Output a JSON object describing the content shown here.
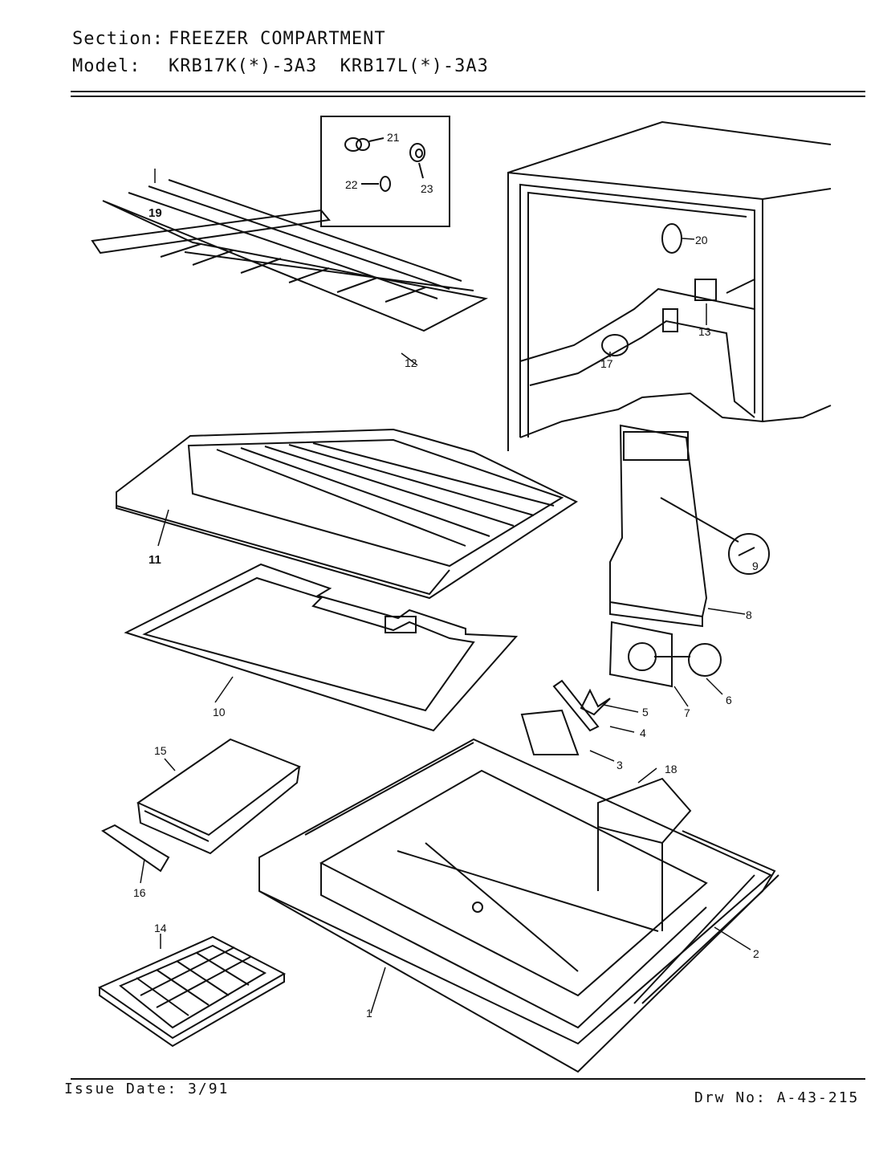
{
  "header": {
    "section_label": "Section:",
    "section_value": "FREEZER COMPARTMENT",
    "model_label": "Model:",
    "model_value": "KRB17K(*)-3A3  KRB17L(*)-3A3"
  },
  "footer": {
    "issue_date": "Issue Date: 3/91",
    "drawing_no": "Drw No: A-43-215"
  },
  "callouts": {
    "c1": "1",
    "c2": "2",
    "c3": "3",
    "c4": "4",
    "c5": "5",
    "c6": "6",
    "c7": "7",
    "c8": "8",
    "c9": "9",
    "c10": "10",
    "c11": "11",
    "c12": "12",
    "c13": "13",
    "c14": "14",
    "c15": "15",
    "c16": "16",
    "c17": "17",
    "c18": "18",
    "c19": "19",
    "c20": "20",
    "c21": "21",
    "c22": "22",
    "c23": "23"
  }
}
